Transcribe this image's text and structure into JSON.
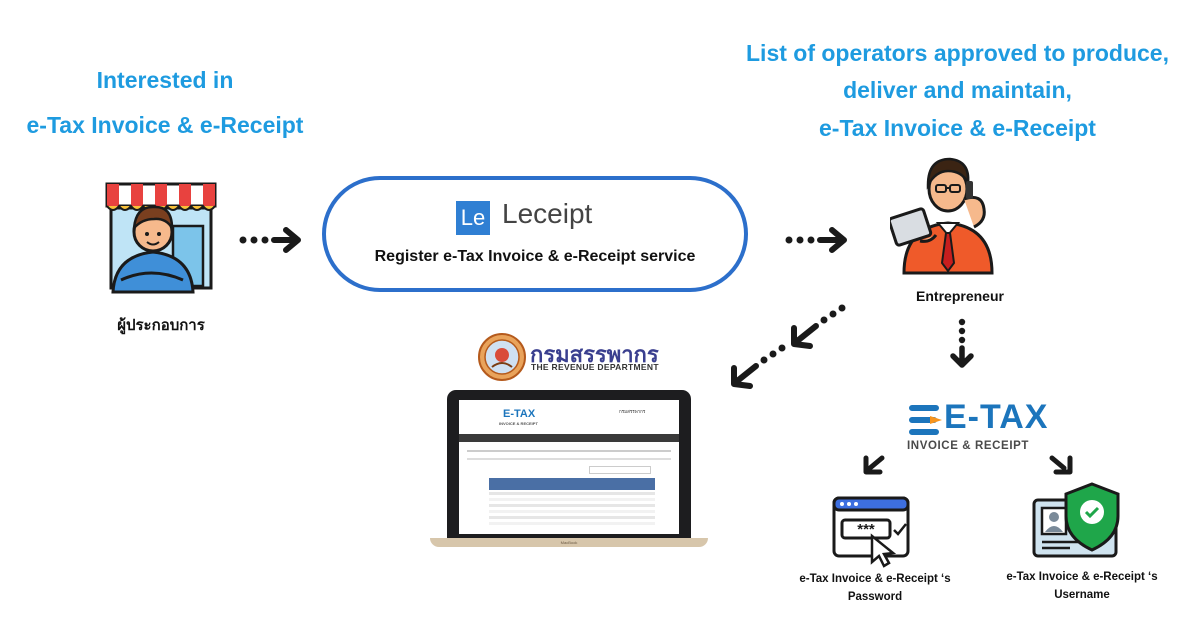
{
  "left_title": {
    "line1": "Interested in",
    "line2": "e-Tax Invoice & e-Receipt"
  },
  "right_title": {
    "line1": "List of operators approved to produce,",
    "line2": "deliver and maintain,",
    "line3": "e-Tax Invoice & e-Receipt"
  },
  "shop_owner": {
    "label": "ผู้ประกอบการ",
    "icon": "shop-owner-icon"
  },
  "leceipt": {
    "logo_text": "Le",
    "name": "Leceipt",
    "service": "Register e-Tax Invoice & e-Receipt service"
  },
  "entrepreneur": {
    "label": "Entrepreneur",
    "icon": "businessman-icon"
  },
  "revenue": {
    "thai_name": "กรมสรรพากร",
    "english_name": "THE REVENUE DEPARTMENT",
    "seal": "revenue-seal-icon"
  },
  "laptop": {
    "brand": "MacBook",
    "screen": {
      "logo": "E-TAX",
      "logo_sub": "INVOICE & RECEIPT",
      "site_title": "กรมสรรพากร"
    }
  },
  "etax_logo": {
    "main": "E-TAX",
    "sub": "INVOICE & RECEIPT"
  },
  "password": {
    "label_line1": "e-Tax Invoice & e-Receipt ‘s",
    "label_line2": "Password",
    "field_mask": "***"
  },
  "username": {
    "label_line1": "e-Tax Invoice & e-Receipt ‘s",
    "label_line2": "Username"
  },
  "colors": {
    "title_blue": "#1e9be0",
    "pill_border": "#2c6fcb",
    "etax_blue": "#1c75bc",
    "etax_orange": "#f7941d",
    "shield_green": "#1fa64a"
  }
}
